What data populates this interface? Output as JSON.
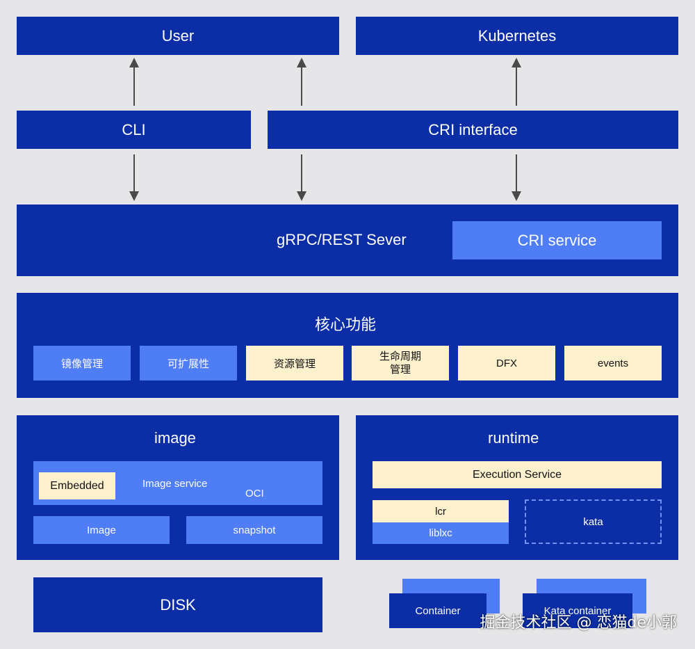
{
  "top": {
    "user": "User",
    "kubernetes": "Kubernetes"
  },
  "interfaces": {
    "cli": "CLI",
    "cri_interface": "CRI interface"
  },
  "server": {
    "grpc": "gRPC/REST Sever",
    "cri_service": "CRI service"
  },
  "core": {
    "title": "核心功能",
    "items": [
      "镜像管理",
      "可扩展性",
      "资源管理",
      "生命周期\n管理",
      "DFX",
      "events"
    ]
  },
  "image": {
    "title": "image",
    "embedded": "Embedded",
    "image_service": "Image service",
    "oci": "OCI",
    "image": "Image",
    "snapshot": "snapshot"
  },
  "runtime": {
    "title": "runtime",
    "execution_service": "Execution Service",
    "lcr": "lcr",
    "liblxc": "liblxc",
    "kata": "kata"
  },
  "bottom": {
    "disk": "DISK",
    "container": "Container",
    "kata_container": "Kata container"
  },
  "watermark": "掘金技术社区 @ 恋猫de小郭",
  "colors": {
    "navy": "#0b2ea6",
    "blue": "#4f7df5",
    "cream": "#fcf1cc",
    "background": "#e6e6e8",
    "arrow": "#4a4a4a"
  }
}
